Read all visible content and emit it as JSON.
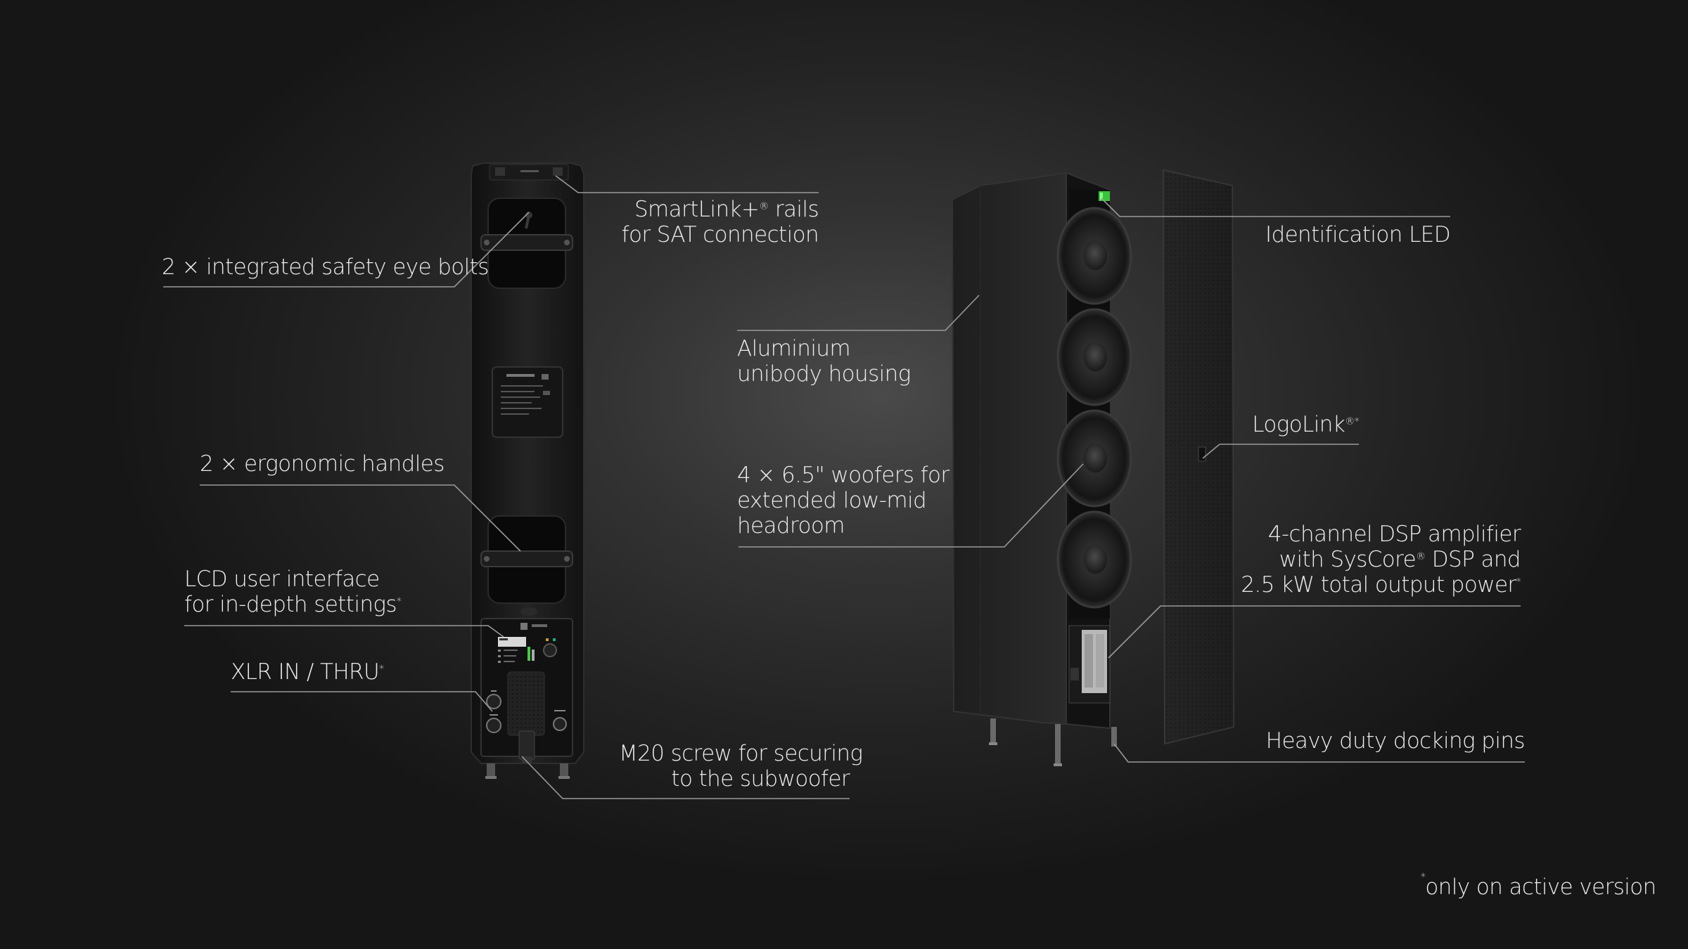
{
  "callouts": {
    "eye_bolts": {
      "text": "2 × integrated safety eye bolts"
    },
    "smartlink": {
      "line1": "SmartLink+",
      "line1_mark": "®",
      "line1_suffix": " rails",
      "line2": "for SAT connection"
    },
    "handles": {
      "text": "2 × ergonomic handles"
    },
    "lcd": {
      "line1": "LCD user interface",
      "line2": "for in-depth settings",
      "line2_mark": "*"
    },
    "xlr": {
      "text": "XLR IN / THRU",
      "mark": "*"
    },
    "m20": {
      "line1": "M20 screw for securing",
      "line2": "to the subwoofer"
    },
    "housing": {
      "line1": "Aluminium",
      "line2": "unibody housing"
    },
    "woofers": {
      "line1": "4 × 6.5\" woofers for",
      "line2": "extended low-mid",
      "line3": "headroom"
    },
    "led": {
      "text": "Identification LED"
    },
    "logolink": {
      "text": "LogoLink",
      "mark": "®*"
    },
    "dsp": {
      "line1": "4-channel DSP amplifier",
      "line2a": "with SysCore",
      "line2_mark": "®",
      "line2b": " DSP and",
      "line3": "2.5 kW total output power",
      "line3_mark": "*"
    },
    "pins": {
      "text": "Heavy duty docking pins"
    }
  },
  "footnote": {
    "mark": "*",
    "text": "only on active version"
  },
  "colors": {
    "leader_line": "#9a9a9a",
    "label_text": "#ececec",
    "speaker_body": "#1b1b1b",
    "led_green": "#37c43a"
  },
  "icons": {
    "led": "green-led-indicator",
    "screen": "lcd-screen"
  }
}
